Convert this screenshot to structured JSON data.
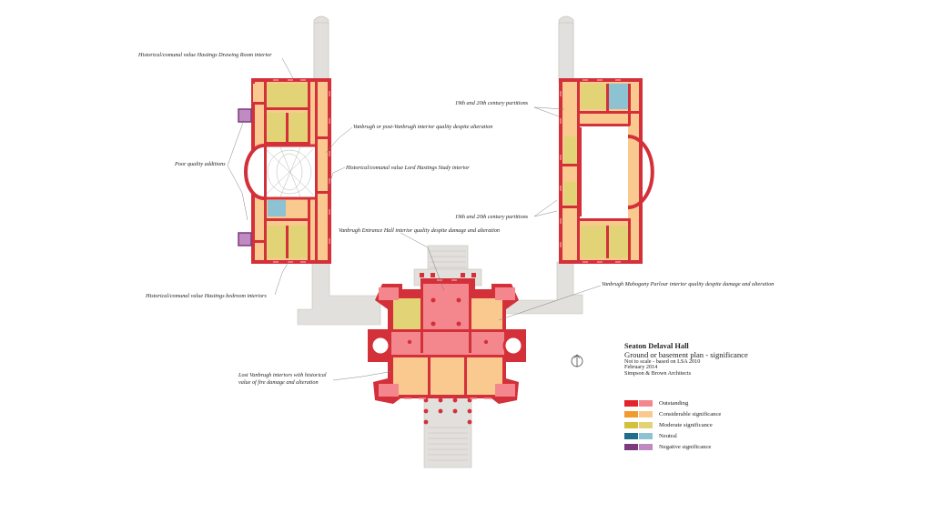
{
  "title": {
    "site": "Seaton Delaval Hall",
    "plan": "Ground or basement plan - significance",
    "scale_note": "Not to scale - based on LSA 2010",
    "date": "February 2014",
    "author": "Simpson & Brown Architects"
  },
  "legend": [
    {
      "label": "Outstanding",
      "color_dark": "#e3242b",
      "color_light": "#f4878d"
    },
    {
      "label": "Considerable significance",
      "color_dark": "#f39a2d",
      "color_light": "#f9c98f"
    },
    {
      "label": "Moderate significance",
      "color_dark": "#d4c03a",
      "color_light": "#e2d476"
    },
    {
      "label": "Neutral",
      "color_dark": "#1f6e8c",
      "color_light": "#8cc2d1"
    },
    {
      "label": "Negative significance",
      "color_dark": "#7b3b7e",
      "color_light": "#c08ac3"
    }
  ],
  "annotations": [
    {
      "text": "Historical/comunal value Hastings Drawing Room interior"
    },
    {
      "text": "Vanbrugh or post-Vanbrugh interior quality despite alteration"
    },
    {
      "text": "Poor quality additions"
    },
    {
      "text": "Historical/comunal value Lord Hastings Study interior"
    },
    {
      "text": "Vanbrugh Entrance Hall interior quality despite damage and alteration"
    },
    {
      "text": "Historical/comunal value Hastings bedroom interiors"
    },
    {
      "text": "Lost Vanbrugh interiors with historical"
    },
    {
      "text": "value of fire damage and alteration"
    },
    {
      "text": "19th and 20th century partitions"
    },
    {
      "text": "19th and 20th century partitions"
    },
    {
      "text": "Vanbrugh Mahogany Parlour interior quality despite damage and alteration"
    }
  ]
}
